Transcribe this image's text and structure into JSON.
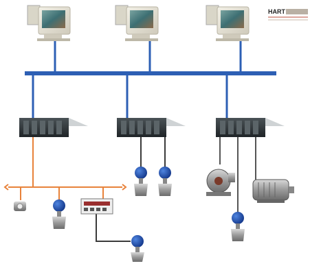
{
  "logo": {
    "text": "HART"
  },
  "colors": {
    "bus_main": "#2d5fb4",
    "bus_field": "#e8823a",
    "wire_plc": "#555555",
    "wire_io": "#3a3a3a",
    "device_blue": "#1f4fb0",
    "plc_dark": "#2e3438",
    "monitor_beige": "#e6e3d6",
    "screen_teal": "#3d6f73"
  },
  "nodes": {
    "workstations": [
      "workstation-1",
      "workstation-2",
      "workstation-3"
    ],
    "controllers": [
      "plc-rack-1",
      "plc-rack-2",
      "plc-rack-3"
    ],
    "field_devices": [
      "remote-io-module",
      "camera-sensor",
      "transmitter"
    ]
  }
}
